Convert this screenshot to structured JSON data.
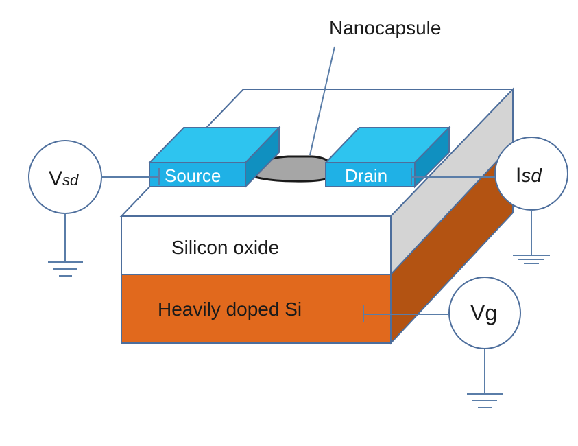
{
  "labels": {
    "nanocapsule": "Nanocapsule",
    "source": "Source",
    "drain": "Drain",
    "silicon_oxide": "Silicon oxide",
    "doped_si": "Heavily doped Si"
  },
  "meters": {
    "vsd": {
      "main": "V",
      "sub": "sd"
    },
    "isd": {
      "main": "I",
      "sub": "sd"
    },
    "vg": {
      "main": "Vg"
    }
  },
  "colors": {
    "substrate_front": "#e1691d",
    "substrate_side": "#b35312",
    "oxide_front": "#ffffff",
    "oxide_top": "#ffffff",
    "oxide_side": "#d4d4d4",
    "electrode_front": "#1fb1e6",
    "electrode_top": "#2ec4ef",
    "electrode_side": "#1090c0",
    "nanocapsule": "#a6a6a6",
    "outline": "#4d6e9c",
    "wire": "#5a7da8"
  }
}
